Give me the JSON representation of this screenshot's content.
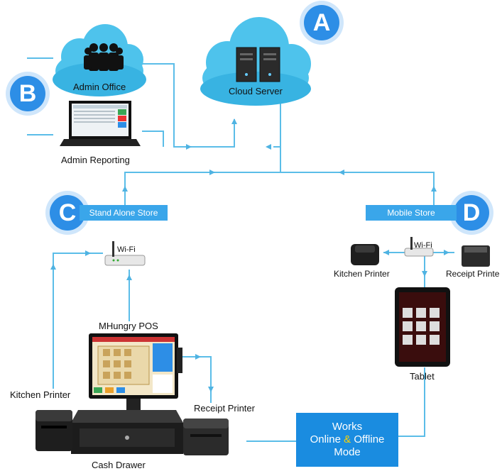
{
  "badges": {
    "a": "A",
    "b": "B",
    "c": "C",
    "d": "D"
  },
  "labels": {
    "cloud_server": "Cloud Server",
    "admin_office": "Admin Office",
    "admin_reporting": "Admin Reporting",
    "stand_alone_store": "Stand Alone Store",
    "mobile_store": "Mobile Store",
    "wifi_left": "Wi-Fi",
    "wifi_right": "Wi-Fi",
    "mhungry_pos": "MHungry POS",
    "kitchen_printer_left": "Kitchen Printer",
    "receipt_printer_left": "Receipt Printer",
    "cash_drawer": "Cash Drawer",
    "kitchen_printer_right": "Kitchen Printer",
    "receipt_printer_right": "Receipt Printe",
    "tablet": "Tablet"
  },
  "works_box": {
    "line1": "Works",
    "online": "Online",
    "amp": "&",
    "offline": "Offline",
    "line3": "Mode"
  },
  "colors": {
    "accent": "#2d8ee6",
    "line": "#5bbde8",
    "cloud": "#4ec3ec",
    "box": "#1a8ce0",
    "amp": "#ffd400"
  }
}
